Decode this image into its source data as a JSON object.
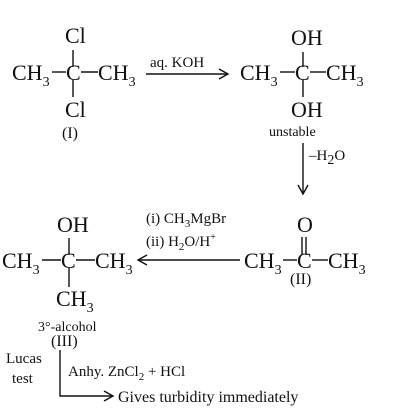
{
  "compound_1": {
    "cl_top": "Cl",
    "left": "CH",
    "left_sub": "3",
    "center": "C",
    "right": "CH",
    "right_sub": "3",
    "cl_bottom": "Cl",
    "label": "(I)"
  },
  "step_1": {
    "reagent": "aq. KOH"
  },
  "gem_diol": {
    "oh_top": "OH",
    "left": "CH",
    "left_sub": "3",
    "center": "C",
    "right": "CH",
    "right_sub": "3",
    "oh_bottom": "OH",
    "note": "unstable"
  },
  "step_2": {
    "reagent_prefix": "–H",
    "reagent_sub": "2",
    "reagent_suffix": "O"
  },
  "compound_2": {
    "oxygen": "O",
    "left": "CH",
    "left_sub": "3",
    "center": "C",
    "right": "CH",
    "right_sub": "3",
    "label": "(II)"
  },
  "step_3": {
    "line_1_prefix": "(i) CH",
    "line_1_sub": "3",
    "line_1_suffix": "MgBr",
    "line_2_prefix": "(ii) H",
    "line_2_sub": "2",
    "line_2_mid": "O/H",
    "line_2_sup": "+"
  },
  "compound_3": {
    "oh_top": "OH",
    "left": "CH",
    "left_sub": "3",
    "center": "C",
    "right": "CH",
    "right_sub": "3",
    "bottom": "CH",
    "bottom_sub": "3",
    "class_label": "3°-alcohol",
    "label": "(III)"
  },
  "lucas": {
    "label_line_1": "Lucas",
    "label_line_2": "test",
    "reagent_prefix": "Anhy. ZnCl",
    "reagent_sub": "2",
    "reagent_suffix": " + HCl",
    "result": "Gives turbidity immediately"
  }
}
